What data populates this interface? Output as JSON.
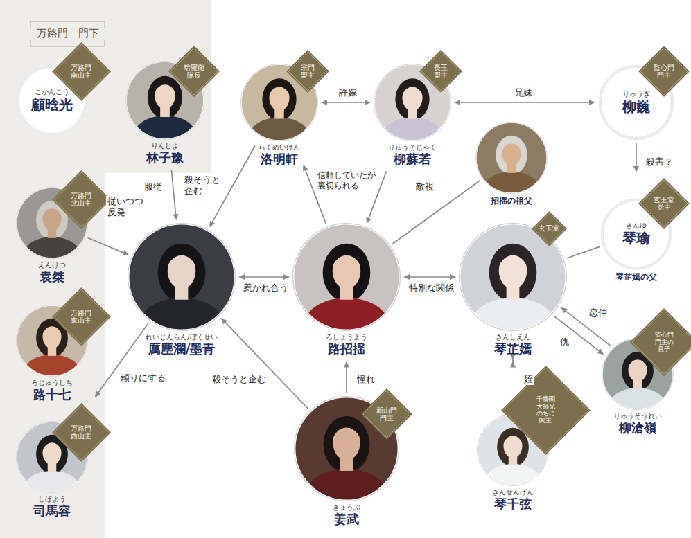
{
  "diagram": {
    "nodes": [
      {
        "text": [
          "万路門　門下"
        ]
      },
      {
        "text": [
          "こかんこう",
          "顧晗光"
        ],
        "in": 0
      },
      {
        "text": [
          "万路門南山主"
        ],
        "in": 1
      },
      {
        "text": [
          "りんしよ",
          "林子豫"
        ],
        "in": 0
      },
      {
        "text": [
          "暗羅衛隊長"
        ],
        "in": 3
      },
      {
        "text": [
          "らくめいけん",
          "洛明軒"
        ]
      },
      {
        "text": [
          "宗門盟主"
        ],
        "in": 5
      },
      {
        "text": [
          "りゅうそじゃく",
          "柳蘇若"
        ]
      },
      {
        "text": [
          "長玉盟主"
        ],
        "in": 7
      },
      {
        "text": [
          "りゅうぎ",
          "柳巍"
        ]
      },
      {
        "text": [
          "監心門門主"
        ],
        "in": 9
      },
      {
        "text": [
          "えんけつ",
          "袁桀"
        ],
        "in": 0
      },
      {
        "text": [
          "万路門北山主"
        ],
        "in": 11
      },
      {
        "text": [
          "招揺の祖父"
        ]
      },
      {
        "text": [
          "きんゆ",
          "琴瑜",
          "琴芷嫣の父"
        ]
      },
      {
        "text": [
          "玄玉堂党主"
        ],
        "in": 14
      },
      {
        "text": [
          "れいじんらん/ぼくせい",
          "厲塵瀾/墨青"
        ]
      },
      {
        "text": [
          "ろしょうよう",
          "路招揺"
        ]
      },
      {
        "text": [
          "きんしえん",
          "琴芷嫣"
        ]
      },
      {
        "text": [
          "玄玉堂"
        ],
        "in": 18
      },
      {
        "text": [
          "ろじゅうしち",
          "路十七"
        ],
        "in": 0
      },
      {
        "text": [
          "万路門東山主"
        ],
        "in": 20
      },
      {
        "text": [
          "りゅうそうれい",
          "柳滄嶺"
        ]
      },
      {
        "text": [
          "監心門門主の息子"
        ],
        "in": 22
      },
      {
        "text": [
          "しばよう",
          "司馬容"
        ],
        "in": 0
      },
      {
        "text": [
          "万路門西山主"
        ],
        "in": 24
      },
      {
        "text": [
          "きょうぶ",
          "姜武"
        ]
      },
      {
        "text": [
          "新山門門主"
        ],
        "in": 26
      },
      {
        "text": [
          "きんせんげん",
          "琴千弦"
        ]
      },
      {
        "text": [
          "千塵閣大師兄のちに閣主"
        ],
        "in": 28
      }
    ],
    "edges": [
      {
        "from": 3,
        "to": 16,
        "label": "服従",
        "arrow": "to"
      },
      {
        "from": 11,
        "to": 16,
        "label": "従いつつ反発",
        "arrow": "to"
      },
      {
        "from": 16,
        "to": 24,
        "label": "頼りにする",
        "arrow": "to"
      },
      {
        "from": 5,
        "to": 16,
        "label": "殺そうと企む",
        "arrow": "to"
      },
      {
        "from": 5,
        "to": 7,
        "label": "許嫁",
        "arrow": "both"
      },
      {
        "from": 17,
        "to": 5,
        "label": "信頼していたが裏切られる",
        "arrow": "to"
      },
      {
        "from": 7,
        "to": 17,
        "label": "敵視",
        "arrow": "to"
      },
      {
        "from": 7,
        "to": 9,
        "label": "兄妹",
        "arrow": "both"
      },
      {
        "from": 9,
        "to": 14,
        "label": "殺害？",
        "arrow": "to"
      },
      {
        "from": 13,
        "to": 17,
        "arrow": "none"
      },
      {
        "from": 14,
        "to": 18,
        "arrow": "none"
      },
      {
        "from": 16,
        "to": 17,
        "label": "惹かれ合う",
        "arrow": "both"
      },
      {
        "from": 17,
        "to": 18,
        "label": "特別な関係",
        "arrow": "both"
      },
      {
        "from": 26,
        "to": 16,
        "label": "殺そうと企む",
        "arrow": "to"
      },
      {
        "from": 26,
        "to": 17,
        "label": "憧れ",
        "arrow": "to"
      },
      {
        "from": 18,
        "to": 28,
        "label": "姪",
        "arrow": "both"
      },
      {
        "from": 22,
        "to": 18,
        "label": "恋仲",
        "arrow": "to"
      },
      {
        "from": 18,
        "to": 22,
        "label": "仇",
        "arrow": "to"
      }
    ]
  }
}
